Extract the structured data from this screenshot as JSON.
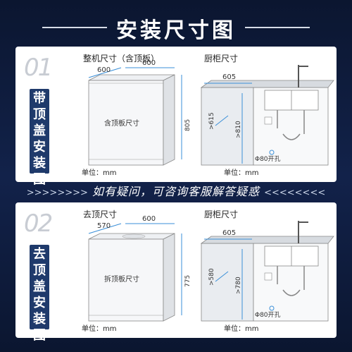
{
  "title": "安装尺寸图",
  "banner": {
    "left_arrows": ">>>>>>>>",
    "text": "如有疑问，可咨询客服解答疑惑",
    "right_arrows": "<<<<<<<<"
  },
  "sections": [
    {
      "number": "01",
      "tag": "带顶盖安装图",
      "machine_title": "整机尺寸（含顶板）",
      "cabinet_title": "厨柜尺寸",
      "machine_width_left": "600",
      "machine_width_right": "600",
      "machine_height": "805",
      "machine_inner_label": "含顶板尺寸",
      "machine_unit": "单位：mm",
      "cabinet_width": "605",
      "cabinet_depth": ">615",
      "cabinet_height": ">810",
      "cabinet_hole": "Φ80开孔",
      "cabinet_unit": "单位：mm"
    },
    {
      "number": "02",
      "tag": "去顶盖安装图",
      "machine_title": "去顶尺寸",
      "cabinet_title": "厨柜尺寸",
      "machine_width_left": "570",
      "machine_width_right": "600",
      "machine_height": "775",
      "machine_inner_label": "拆顶板尺寸",
      "machine_unit": "单位：mm",
      "cabinet_width": "605",
      "cabinet_depth": ">580",
      "cabinet_height": ">780",
      "cabinet_hole": "Φ80开孔",
      "cabinet_unit": "单位：mm"
    }
  ],
  "colors": {
    "background": "#0d1a33",
    "tag": "#1f3a6b",
    "dimension_line": "#3a8fd8",
    "panel": "#ffffff"
  }
}
